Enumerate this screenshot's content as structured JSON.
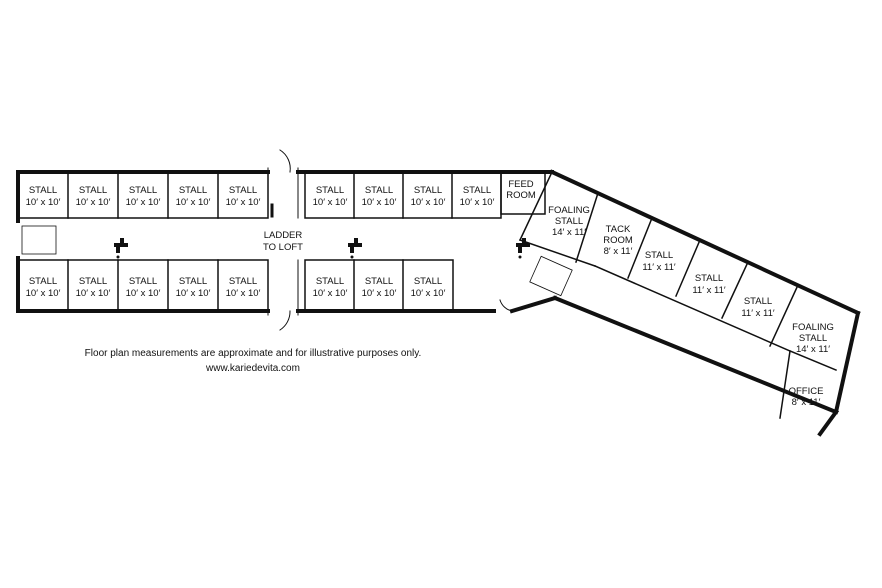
{
  "rooms": {
    "top_left": [
      {
        "name": "STALL",
        "size": "10′ x 10′"
      },
      {
        "name": "STALL",
        "size": "10′ x 10′"
      },
      {
        "name": "STALL",
        "size": "10′ x 10′"
      },
      {
        "name": "STALL",
        "size": "10′ x 10′"
      },
      {
        "name": "STALL",
        "size": "10′ x 10′"
      }
    ],
    "bottom_left": [
      {
        "name": "STALL",
        "size": "10′ x 10′"
      },
      {
        "name": "STALL",
        "size": "10′ x 10′"
      },
      {
        "name": "STALL",
        "size": "10′ x 10′"
      },
      {
        "name": "STALL",
        "size": "10′ x 10′"
      },
      {
        "name": "STALL",
        "size": "10′ x 10′"
      }
    ],
    "top_right": [
      {
        "name": "STALL",
        "size": "10′ x 10′"
      },
      {
        "name": "STALL",
        "size": "10′ x 10′"
      },
      {
        "name": "STALL",
        "size": "10′ x 10′"
      },
      {
        "name": "STALL",
        "size": "10′ x 10′"
      }
    ],
    "bottom_right": [
      {
        "name": "STALL",
        "size": "10′ x 10′"
      },
      {
        "name": "STALL",
        "size": "10′ x 10′"
      },
      {
        "name": "STALL",
        "size": "10′ x 10′"
      }
    ],
    "feed_room": {
      "line1": "FEED",
      "line2": "ROOM"
    },
    "ladder": {
      "line1": "LADDER",
      "line2": "TO LOFT"
    },
    "wing": [
      {
        "name": "FOALING",
        "name2": "STALL",
        "size": "14′ x 11′"
      },
      {
        "name": "TACK",
        "name2": "ROOM",
        "size": "8′ x 11′"
      },
      {
        "name": "STALL",
        "size": "11′ x 11′"
      },
      {
        "name": "STALL",
        "size": "11′ x 11′"
      },
      {
        "name": "STALL",
        "size": "11′ x 11′"
      },
      {
        "name": "FOALING",
        "name2": "STALL",
        "size": "14′ x 11′"
      }
    ],
    "office": {
      "name": "OFFICE",
      "size": "8′ x 11′"
    }
  },
  "footer": {
    "disclaimer": "Floor plan measurements are approximate and for illustrative purposes only.",
    "website": "www.kariedevita.com"
  }
}
